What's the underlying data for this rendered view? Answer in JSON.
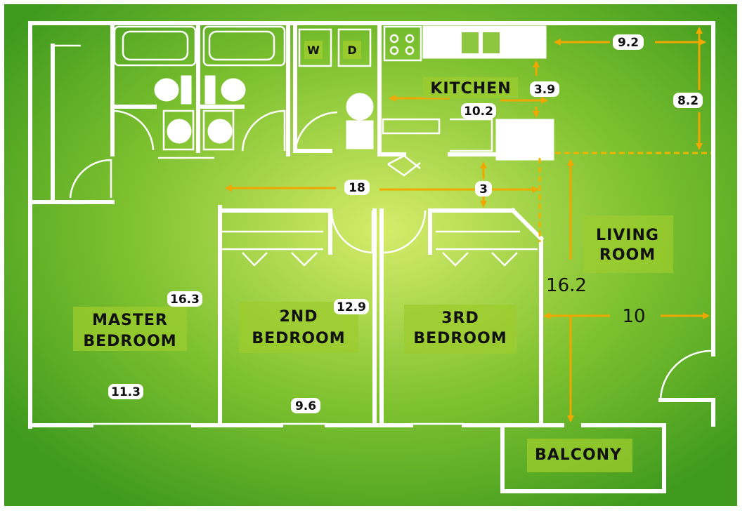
{
  "rooms": {
    "kitchen": "KITCHEN",
    "living_line1": "LIVING",
    "living_line2": "ROOM",
    "master_line1": "MASTER",
    "master_line2": "BEDROOM",
    "second_line1": "2ND",
    "second_line2": "BEDROOM",
    "third_line1": "3RD",
    "third_line2": "BEDROOM",
    "balcony": "BALCONY"
  },
  "appliances": {
    "washer": "W",
    "dryer": "D"
  },
  "dimensions": {
    "kitchen_width": "9.2",
    "kitchen_depth": "8.2",
    "kitchen_counter": "3.9",
    "kitchen_length": "10.2",
    "hall_length": "18",
    "hall_width": "3",
    "living_depth": "16.2",
    "living_width": "10",
    "master_depth": "16.3",
    "master_width": "11.3",
    "second_depth": "12.9",
    "second_width": "9.6"
  },
  "colors": {
    "background_center": "#d6ec6a",
    "background_edge": "#3f9a1e",
    "wall": "#ffffff",
    "dimension_arrow": "#f0a800",
    "label_box": "#9ccc2e"
  }
}
